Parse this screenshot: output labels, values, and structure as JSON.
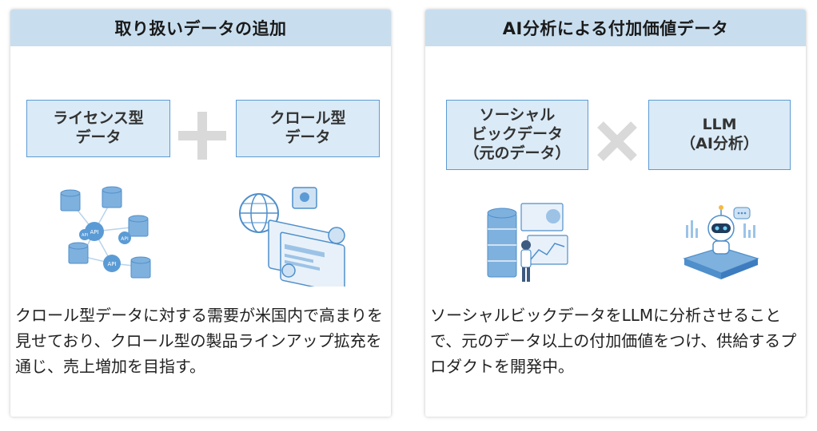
{
  "left_panel": {
    "title": "取り扱いデータの追加",
    "box1_line1": "ライセンス型",
    "box1_line2": "データ",
    "operator": "plus",
    "box2_line1": "クロール型",
    "box2_line2": "データ",
    "icon1_label_a": "API",
    "icon1_label_b": "API",
    "icon1_label_c": "API",
    "icon1_label_d": "API",
    "description": "クロール型データに対する需要が米国内で高まりを見せており、クロール型の製品ラインアップ拡充を通じ、売上増加を目指す。"
  },
  "right_panel": {
    "title": "AI分析による付加価値データ",
    "box1_line1": "ソーシャル",
    "box1_line2": "ビックデータ",
    "box1_line3": "（元のデータ）",
    "operator": "times",
    "box2_line1": "LLM",
    "box2_line2": "（AI分析）",
    "description": "ソーシャルビックデータをLLMに分析させることで、元のデータ以上の付加価値をつけ、供給するプロダクトを開発中。"
  },
  "colors": {
    "header_bg": "#c8deef",
    "box_bg": "#daeaf6",
    "box_border": "#5b9bd5",
    "operator": "#d9d9d9",
    "icon_blue": "#5b9bd5"
  }
}
